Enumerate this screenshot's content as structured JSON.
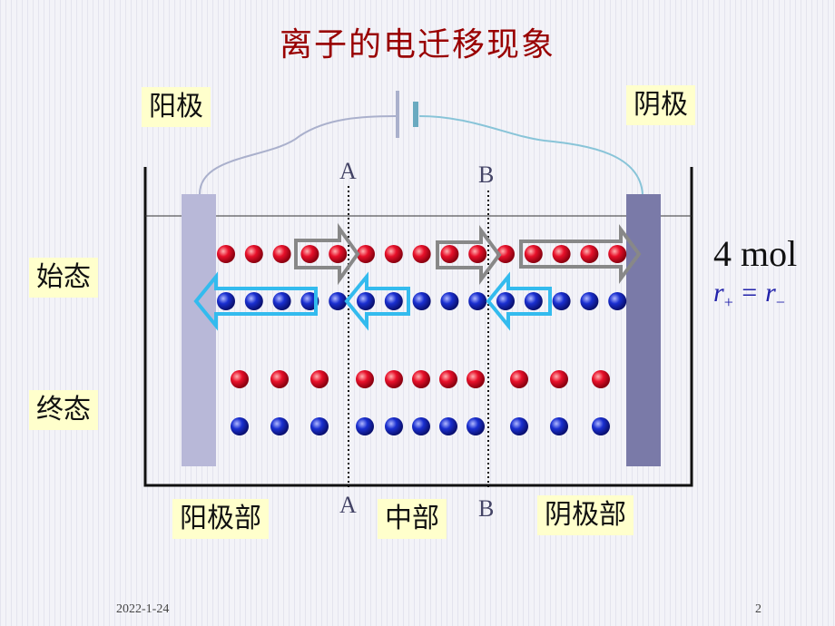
{
  "title": "离子的电迁移现象",
  "electrodes": {
    "anode": "阳极",
    "cathode": "阴极"
  },
  "states": {
    "initial": "始态",
    "final": "终态"
  },
  "boundaries": {
    "a_top": "A",
    "b_top": "B",
    "a_bottom": "A",
    "b_bottom": "B"
  },
  "regions": {
    "anode_region": "阳极部",
    "middle_region": "中部",
    "cathode_region": "阴极部"
  },
  "annotation": {
    "amount": "4 mol",
    "rate_relation": {
      "r_left": "r",
      "sub_left": "+",
      "equals": " = ",
      "r_right": "r",
      "sub_right": "−"
    }
  },
  "colors": {
    "cation": "#e8102a",
    "anion": "#1a2fd0",
    "cation_arrow": "#888888",
    "anion_arrow": "#33bbee",
    "anode_plate": "#b8b8d8",
    "cathode_plate": "#7a7aa8",
    "wire_left": "#aab0cc",
    "wire_right": "#88c4d8"
  },
  "footer": {
    "date": "2022-1-24",
    "page": "2"
  }
}
